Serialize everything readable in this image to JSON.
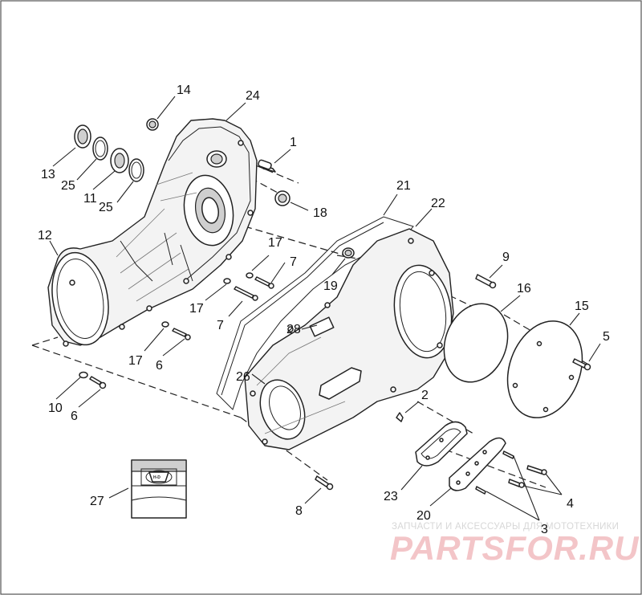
{
  "callouts": [
    {
      "id": "c1",
      "label": "1"
    },
    {
      "id": "c2",
      "label": "2"
    },
    {
      "id": "c3",
      "label": "3"
    },
    {
      "id": "c4",
      "label": "4"
    },
    {
      "id": "c5",
      "label": "5"
    },
    {
      "id": "c6a",
      "label": "6"
    },
    {
      "id": "c6b",
      "label": "6"
    },
    {
      "id": "c7a",
      "label": "7"
    },
    {
      "id": "c7b",
      "label": "7"
    },
    {
      "id": "c8",
      "label": "8"
    },
    {
      "id": "c9",
      "label": "9"
    },
    {
      "id": "c10",
      "label": "10"
    },
    {
      "id": "c11",
      "label": "11"
    },
    {
      "id": "c12",
      "label": "12"
    },
    {
      "id": "c13",
      "label": "13"
    },
    {
      "id": "c14",
      "label": "14"
    },
    {
      "id": "c15",
      "label": "15"
    },
    {
      "id": "c16",
      "label": "16"
    },
    {
      "id": "c17a",
      "label": "17"
    },
    {
      "id": "c17b",
      "label": "17"
    },
    {
      "id": "c17c",
      "label": "17"
    },
    {
      "id": "c18",
      "label": "18"
    },
    {
      "id": "c19",
      "label": "19"
    },
    {
      "id": "c20",
      "label": "20"
    },
    {
      "id": "c21",
      "label": "21"
    },
    {
      "id": "c22",
      "label": "22"
    },
    {
      "id": "c23",
      "label": "23"
    },
    {
      "id": "c24",
      "label": "24"
    },
    {
      "id": "c25a",
      "label": "25"
    },
    {
      "id": "c25b",
      "label": "25"
    },
    {
      "id": "c26",
      "label": "26"
    },
    {
      "id": "c27",
      "label": "27"
    },
    {
      "id": "c28",
      "label": "28"
    }
  ],
  "watermark": {
    "tagline": "ЗАПЧАСТИ И АКСЕССУАРЫ ДЛЯ МОТОТЕХНИКИ",
    "brand": "PARTSFOR.RU"
  },
  "colors": {
    "line": "#222222",
    "watermark_brand": "#f3c5c8",
    "watermark_text": "#d7d7d7"
  }
}
